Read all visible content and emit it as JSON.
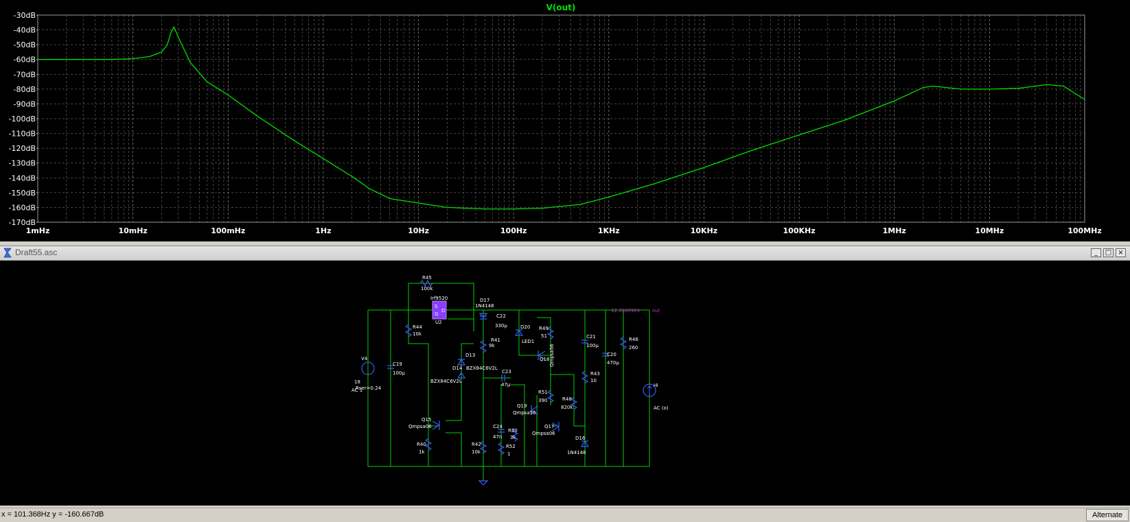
{
  "plot": {
    "trace_name": "V(out)",
    "trace_color": "#00e000",
    "grid_color": "#8a8a8a",
    "x_tick_labels": [
      "1mHz",
      "10mHz",
      "100mHz",
      "1Hz",
      "10Hz",
      "100Hz",
      "1KHz",
      "10KHz",
      "100KHz",
      "1MHz",
      "10MHz",
      "100MHz"
    ],
    "y_tick_labels": [
      "-30dB",
      "-40dB",
      "-50dB",
      "-60dB",
      "-70dB",
      "-80dB",
      "-90dB",
      "-100dB",
      "-110dB",
      "-120dB",
      "-130dB",
      "-140dB",
      "-150dB",
      "-160dB",
      "-170dB"
    ]
  },
  "chart_data": {
    "type": "line",
    "title": "V(out)",
    "xlabel": "",
    "ylabel": "",
    "x_scale": "log",
    "xlim_hz": [
      0.001,
      100000000
    ],
    "ylim_db": [
      -170,
      -30
    ],
    "grid": true,
    "series": [
      {
        "name": "V(out)",
        "x_hz": [
          0.001,
          0.003,
          0.006,
          0.01,
          0.015,
          0.02,
          0.023,
          0.025,
          0.027,
          0.03,
          0.04,
          0.06,
          0.1,
          0.2,
          0.5,
          1,
          2,
          3,
          5,
          10,
          20,
          50,
          100,
          200,
          500,
          1000,
          3000,
          10000,
          30000,
          100000,
          300000,
          1000000,
          2000000,
          2500000,
          3000000,
          5000000,
          10000000,
          20000000,
          40000000,
          60000000,
          100000000
        ],
        "y_db": [
          -60,
          -60,
          -60,
          -59.5,
          -58,
          -55,
          -50,
          -42,
          -38,
          -45,
          -62,
          -75,
          -84,
          -98,
          -115,
          -127,
          -139,
          -147,
          -154,
          -157,
          -160,
          -161,
          -161,
          -160.5,
          -158,
          -153,
          -144,
          -133,
          -122,
          -111,
          -101,
          -88,
          -79,
          -78,
          -78.5,
          -80,
          -80,
          -79.5,
          -77,
          -78,
          -87
        ]
      }
    ]
  },
  "schematic": {
    "title": "Draft55.asc",
    "labels": {
      "r45": "R45",
      "r45_val": "100k",
      "u2_part": "Irf9520",
      "u2": "U2",
      "d17": "D17",
      "d17_val": "1N4148",
      "c22": "C22",
      "c22_val": "330µ",
      "r41": "R41",
      "r41_val": "9k",
      "d20": "D20",
      "d20_val": "LED1",
      "r49": "R49",
      "r49_val": "51",
      "q18": "Q18",
      "q18_val": "Qmpsa56",
      "c21": "C21",
      "c21_val": "100µ",
      "r46": "R46",
      "r46_val": "260",
      "net_voltage": "12.350092V",
      "net_out": "out",
      "r44": "R44",
      "r44_val": "10k",
      "v4": "V4",
      "v4_val": "18",
      "v4_ac": "AC 1",
      "v4_rser": "Rser=0.24",
      "c19": "C19",
      "c19_val": "100µ",
      "d13": "D13",
      "d14": "D14",
      "bzx1": "BZX84C6V2L",
      "bzx2": "BZX84C6V2L",
      "c23": "C23",
      "c23_val": "47µ",
      "c20": "C20",
      "c20_val": "470µ",
      "r43": "R43",
      "r43_val": "10",
      "i4": "I4",
      "i4_val": "AC (o)",
      "r51": "R51",
      "r51_val": "390",
      "r48": "R48",
      "r48_val": "820k",
      "q19": "Q19",
      "q19_val": "Qmpsa56",
      "q15": "Q15",
      "q15_val": "Qmpsa06",
      "c24": "C24",
      "c24_val": "47n",
      "r50": "R50",
      "r50_val": "3k",
      "q17": "Q17",
      "q17_val": "Qmpsa06",
      "d16": "D16",
      "d16_val": "1N4148",
      "r40": "R40",
      "r40_val": "1k",
      "r42": "R42",
      "r42_val": "10k",
      "r52": "R52",
      "r52_val": "1"
    }
  },
  "status": {
    "coords": "x = 101.368Hz     y = -160.667dB",
    "mode": "Alternate"
  }
}
